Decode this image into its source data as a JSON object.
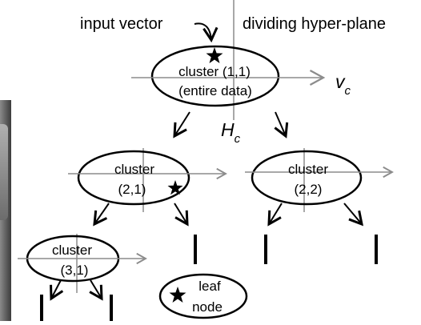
{
  "top_labels": {
    "input_vector": "input vector",
    "dividing_plane": "dividing hyper-plane"
  },
  "root": {
    "line1": "cluster (1,1)",
    "line2": "(entire data)",
    "vector_label": "v",
    "vector_sub": "c",
    "plane_label": "H",
    "plane_sub": "c"
  },
  "level2": {
    "left": {
      "line1": "cluster",
      "line2": "(2,1)"
    },
    "right": {
      "line1": "cluster",
      "line2": "(2,2)"
    }
  },
  "level3": {
    "left": {
      "line1": "cluster",
      "line2": "(3,1)"
    }
  },
  "legend": {
    "line1": "leaf",
    "line2": "node"
  },
  "colors": {
    "stroke": "#000000",
    "axis": "#8c8c8c"
  },
  "icons": {
    "star": "star-icon"
  }
}
